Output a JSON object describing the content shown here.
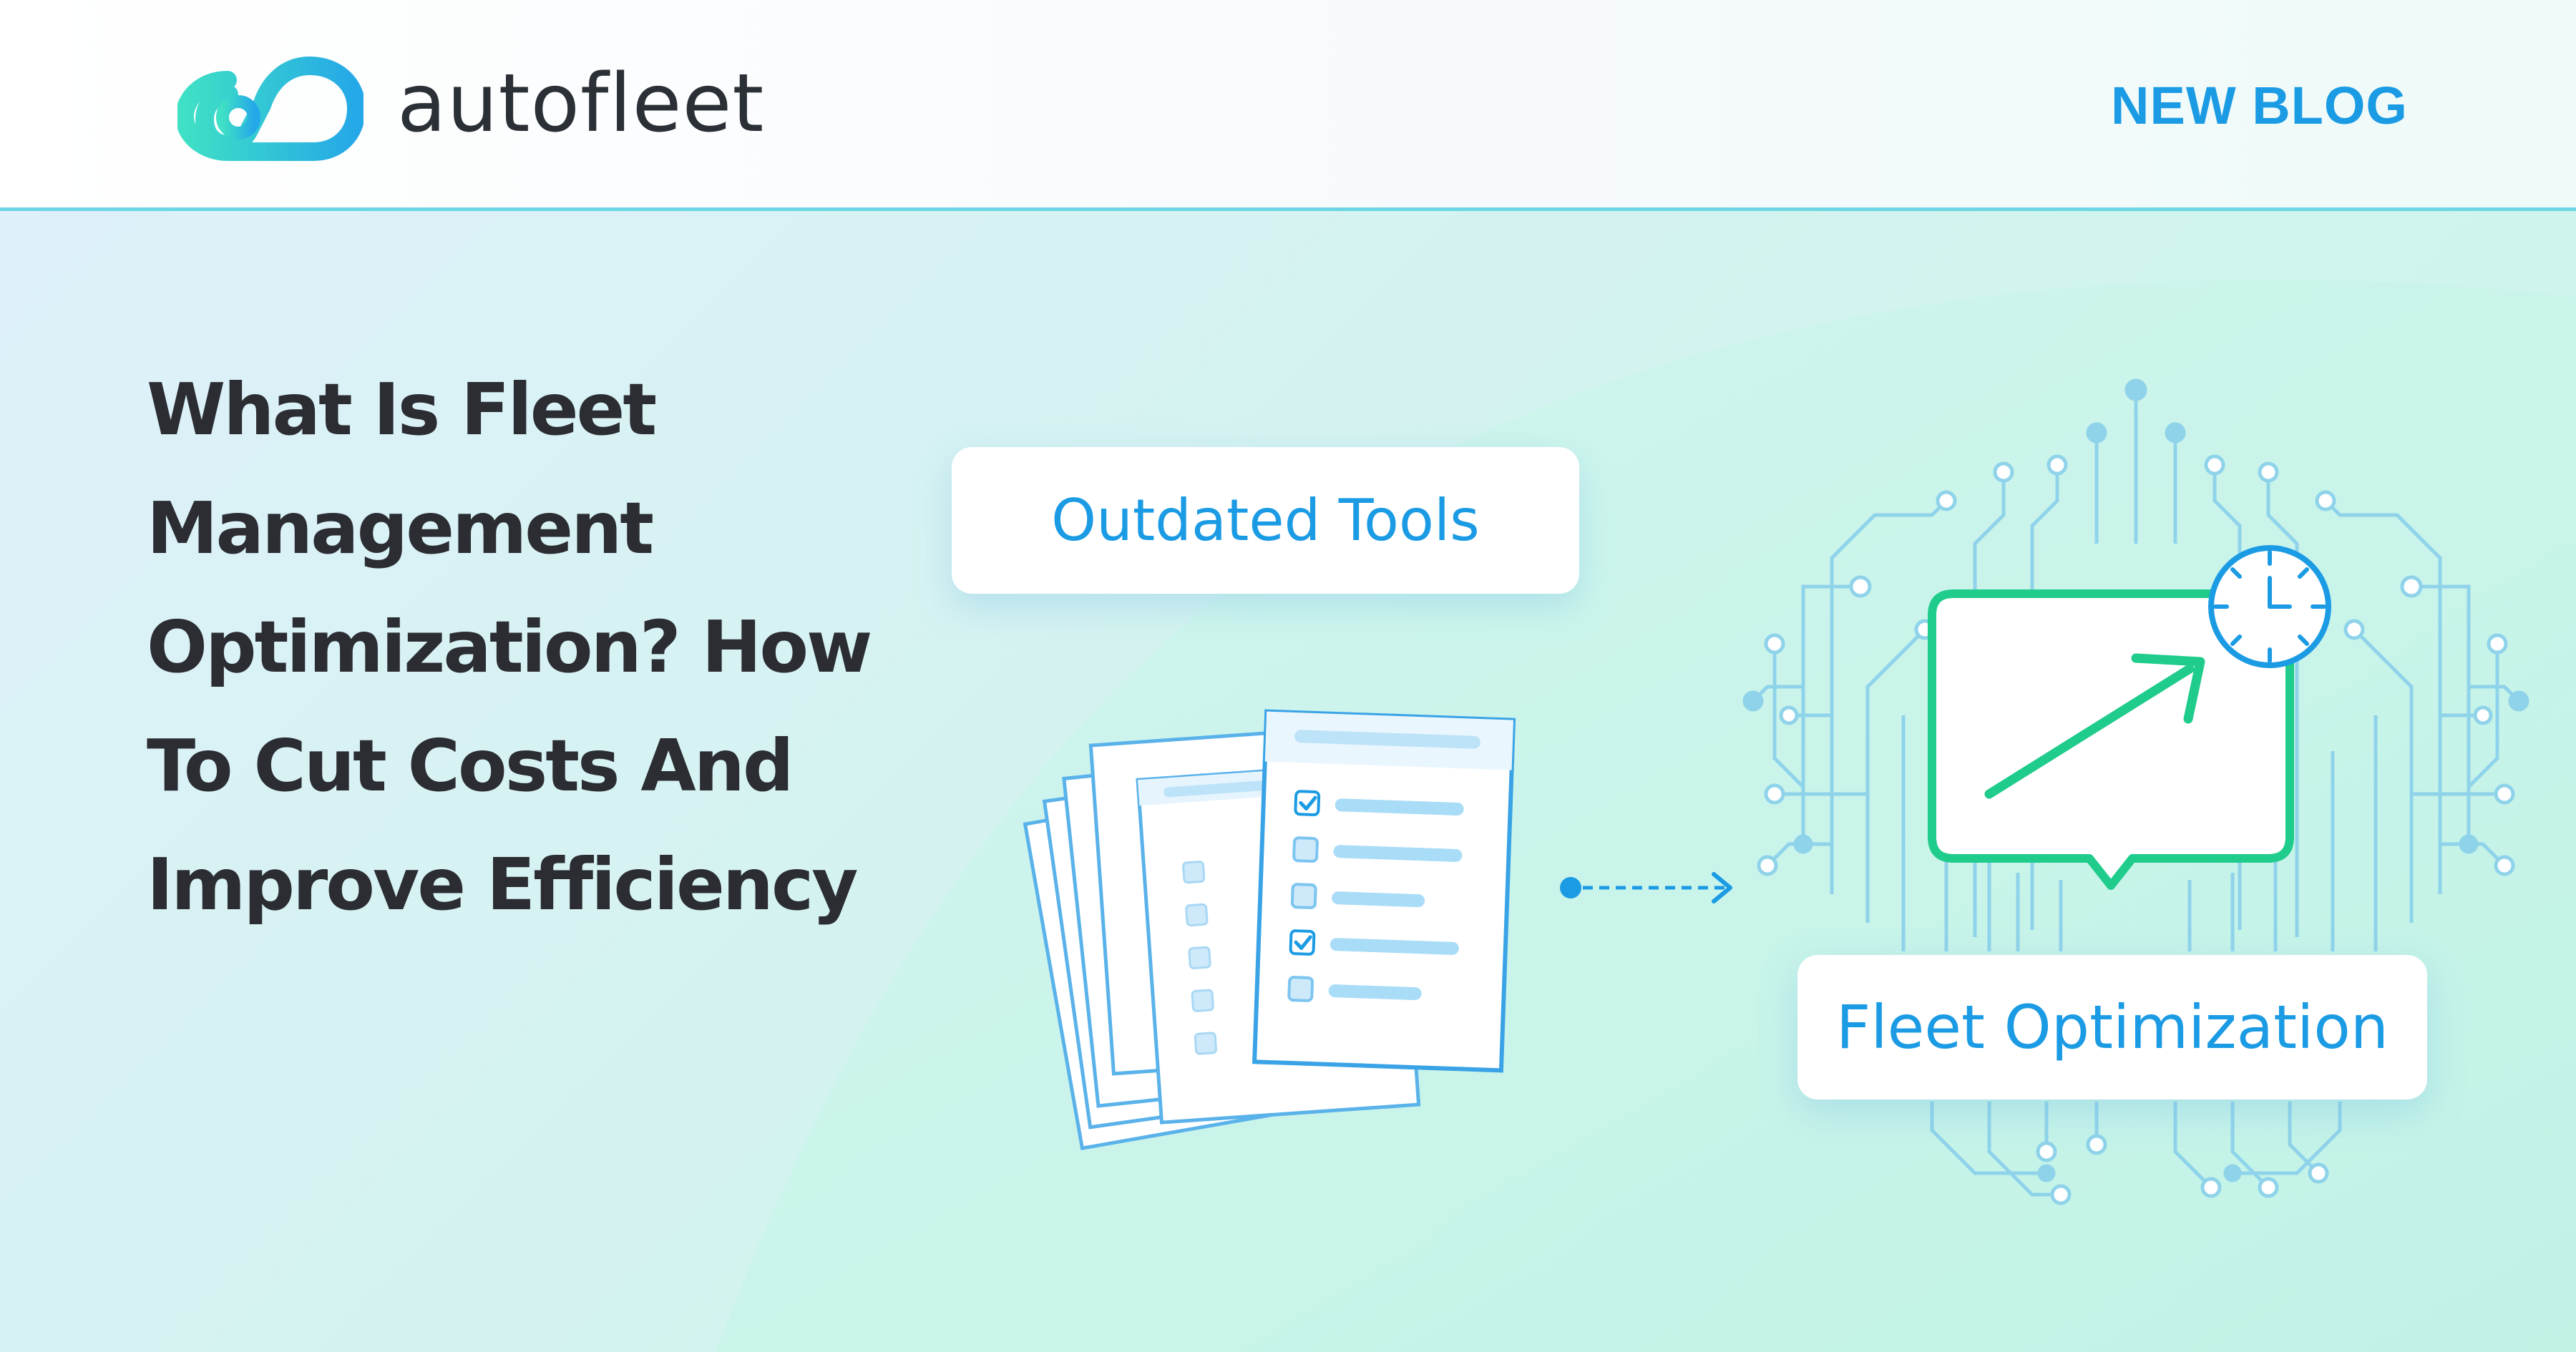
{
  "brand": {
    "name": "autofleet",
    "logo_icon": "infinity-loop-logo",
    "gradient_start": "#3fe0c5",
    "gradient_end": "#25a8e8"
  },
  "tag": "NEW BLOG",
  "headline": "What Is Fleet Management Optimization? How To Cut Costs And Improve Efficiency",
  "illustration": {
    "left_label": "Outdated Tools",
    "right_label": "Fleet Optimization",
    "left_icon": "stacked-checklist-documents",
    "connector_icon": "dashed-arrow-right",
    "right_icon": "trend-up-chat-bubble",
    "clock_icon": "clock-icon",
    "circuit_icon": "circuit-brain-pattern"
  },
  "colors": {
    "accent_blue": "#1b9be4",
    "accent_green": "#1fcc8c",
    "text_dark": "#2b2d33",
    "circuit": "#8fd3ea"
  }
}
